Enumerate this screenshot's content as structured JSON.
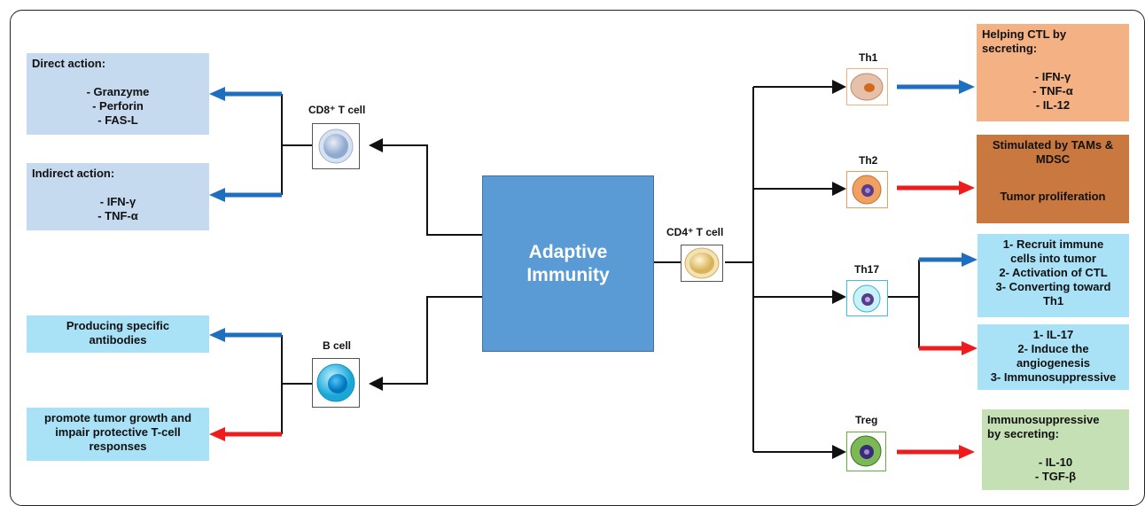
{
  "center": {
    "line1": "Adaptive",
    "line2": "Immunity"
  },
  "cells": {
    "cd8": "CD8⁺ T cell",
    "cd4": "CD4⁺ T cell",
    "bcell": "B cell",
    "th1": "Th1",
    "th2": "Th2",
    "th17": "Th17",
    "treg": "Treg"
  },
  "left": {
    "direct": {
      "title": "Direct  action:",
      "items": [
        "- Granzyme",
        "- Perforin",
        "- FAS-L"
      ]
    },
    "indirect": {
      "title": "Indirect  action:",
      "items": [
        "- IFN-γ",
        "- TNF-α"
      ]
    },
    "antibodies": {
      "line1": "Producing specific",
      "line2": "antibodies"
    },
    "tumor_growth": {
      "line1": "promote tumor growth and",
      "line2": "impair protective T-cell",
      "line3": "responses"
    }
  },
  "right": {
    "th1_box": {
      "line1": "Helping CTL by",
      "line2": "secreting:",
      "items": [
        "- IFN-γ",
        "- TNF-α",
        "- IL-12"
      ]
    },
    "th2_box": {
      "line1": "Stimulated by TAMs &",
      "line2": "MDSC",
      "result": "Tumor proliferation"
    },
    "th17_box1": {
      "lines": [
        "1- Recruit immune",
        "cells into tumor",
        "2- Activation of CTL",
        "3- Converting toward",
        "Th1"
      ]
    },
    "th17_box2": {
      "lines": [
        "1- IL-17",
        "2- Induce the",
        "angiogenesis",
        "3- Immunosuppressive"
      ]
    },
    "treg_box": {
      "line1": "Immunosuppressive",
      "line2": "by secreting:",
      "items": [
        "- IL-10",
        "- TGF-β"
      ]
    }
  },
  "colors": {
    "blue_arrow": "#1f6fc0",
    "red_arrow": "#ee1c1c",
    "light_blue": "#c5d9ef",
    "cyan": "#a9e2f7",
    "salmon": "#f4b183",
    "brown": "#c9783f",
    "green_box": "#c5e0b4",
    "center_blue": "#5b9bd5"
  }
}
